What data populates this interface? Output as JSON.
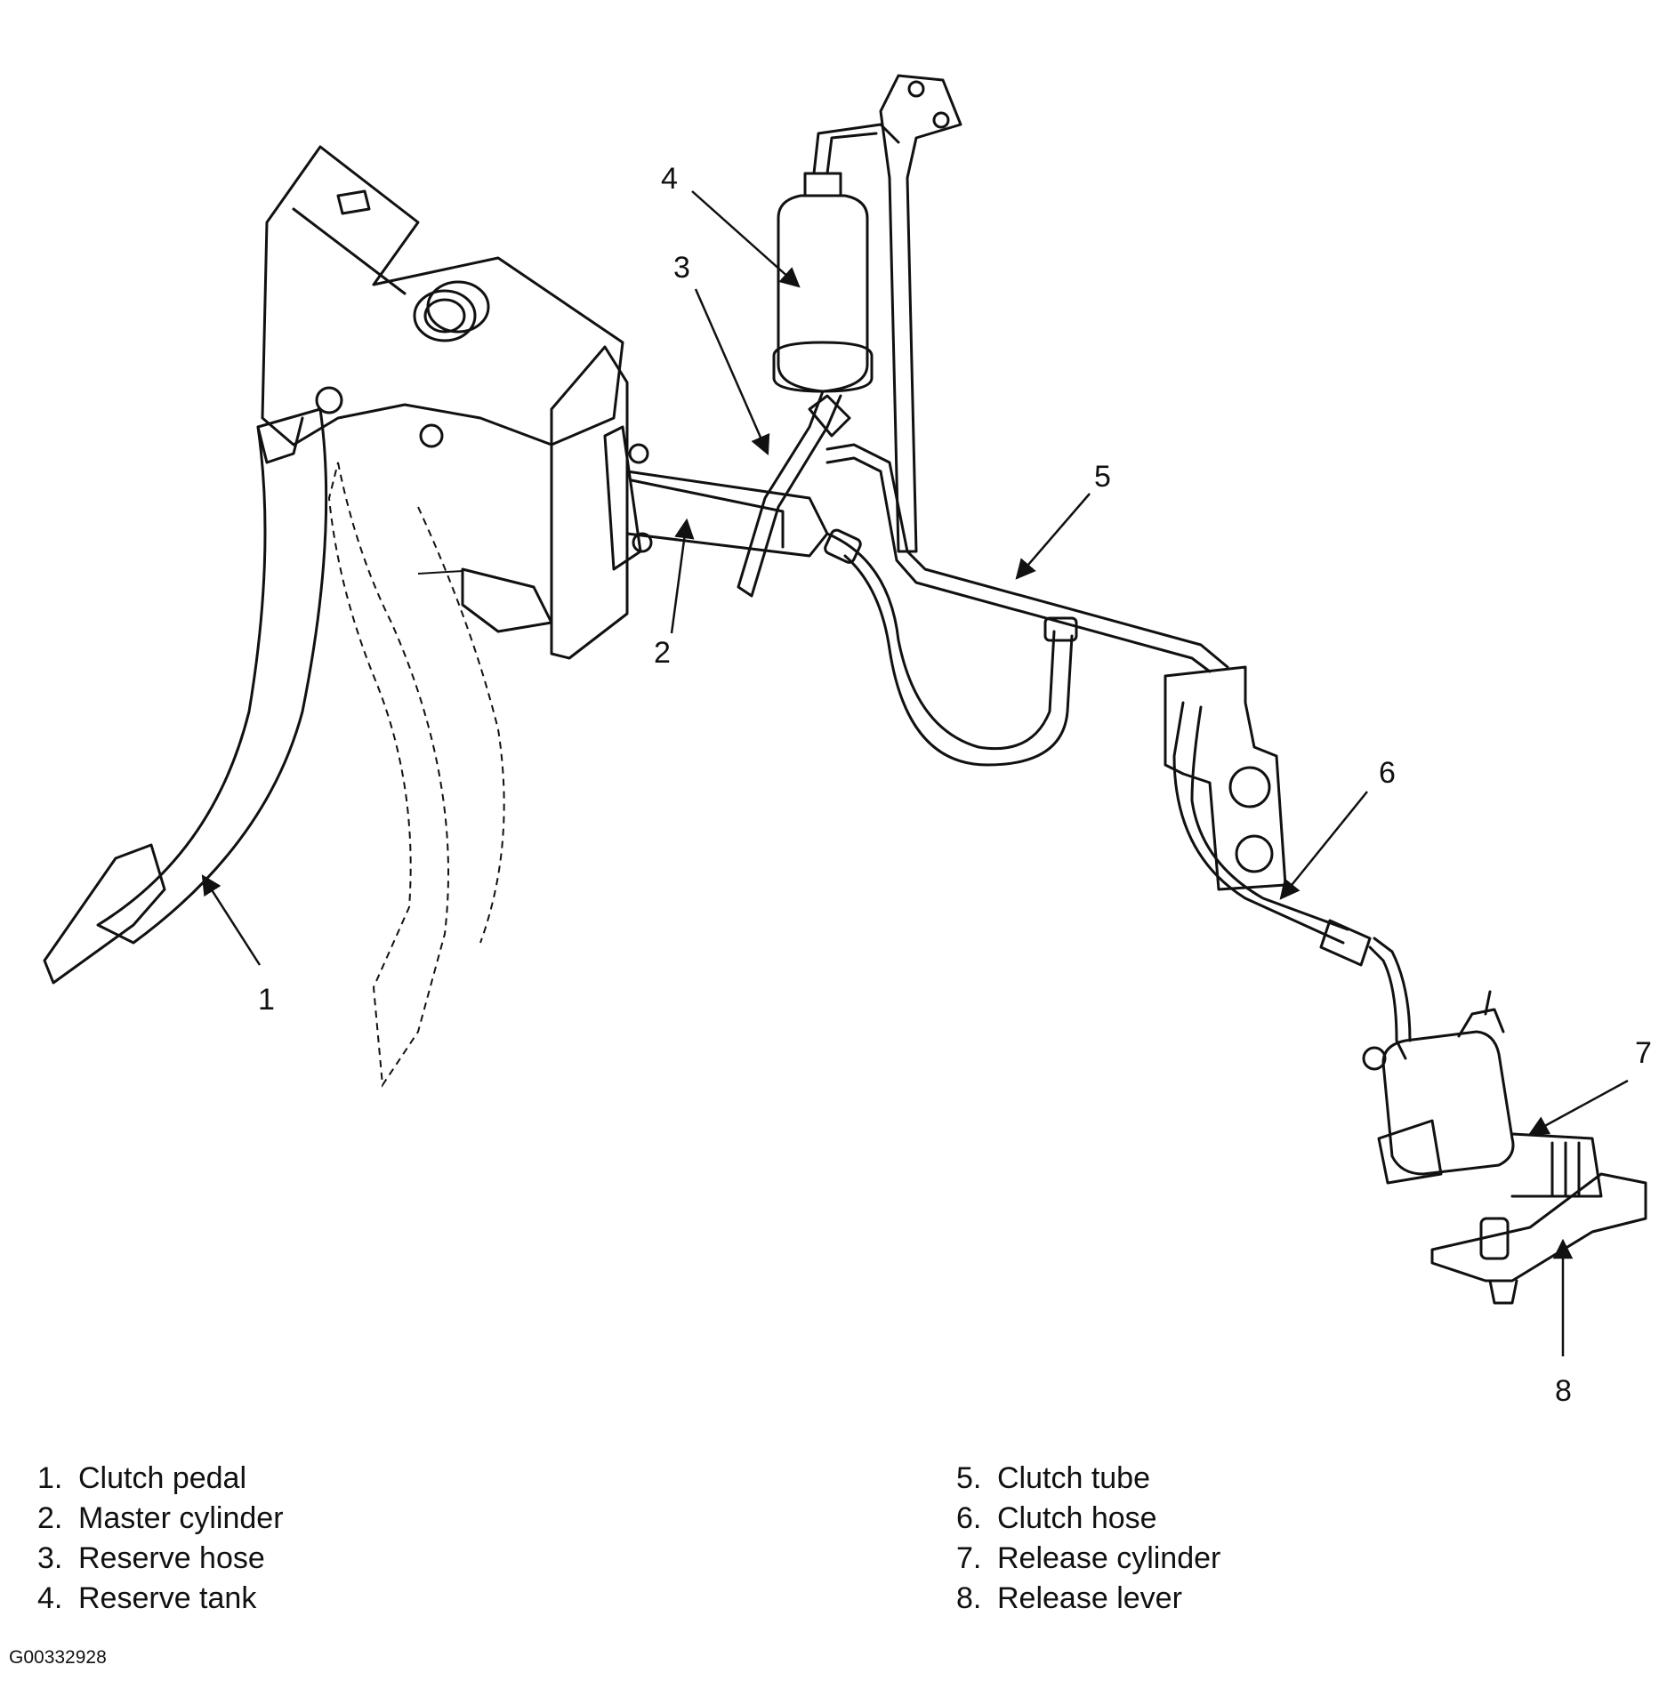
{
  "callouts": [
    "1",
    "2",
    "3",
    "4",
    "5",
    "6",
    "7",
    "8"
  ],
  "legend": {
    "left": [
      {
        "num": "1.",
        "label": "Clutch pedal"
      },
      {
        "num": "2.",
        "label": "Master cylinder"
      },
      {
        "num": "3.",
        "label": "Reserve hose"
      },
      {
        "num": "4.",
        "label": "Reserve tank"
      }
    ],
    "right": [
      {
        "num": "5.",
        "label": "Clutch tube"
      },
      {
        "num": "6.",
        "label": "Clutch hose"
      },
      {
        "num": "7.",
        "label": "Release cylinder"
      },
      {
        "num": "8.",
        "label": "Release lever"
      }
    ]
  },
  "figure_id": "G00332928"
}
